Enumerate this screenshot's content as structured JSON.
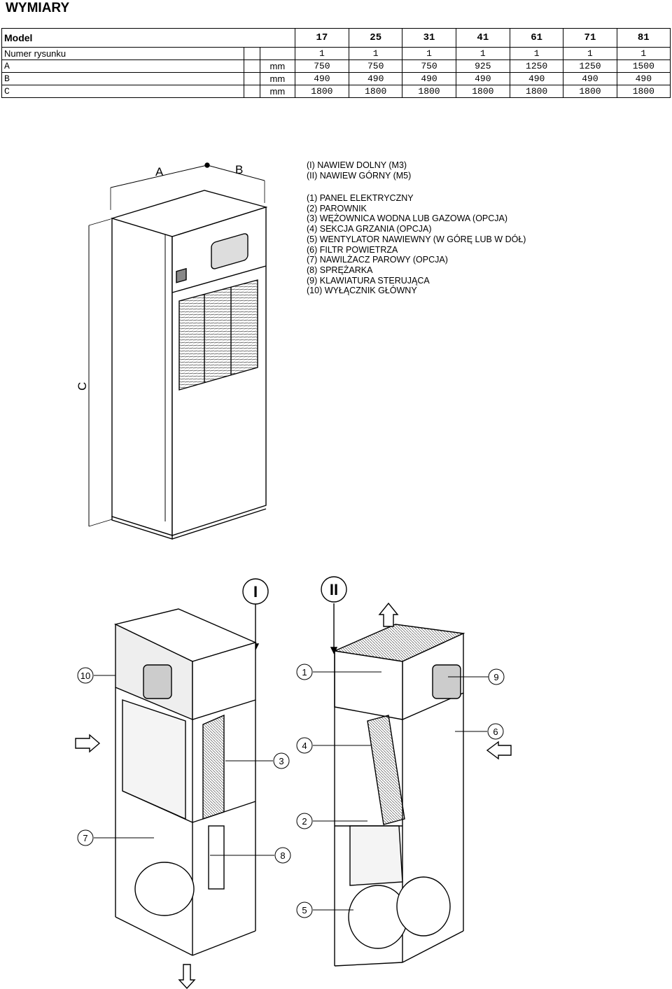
{
  "title": "WYMIARY",
  "table": {
    "header_label": "Model",
    "models": [
      "17",
      "25",
      "31",
      "41",
      "61",
      "71",
      "81"
    ],
    "rows": [
      {
        "label": "Numer rysunku",
        "unit": "",
        "values": [
          "1",
          "1",
          "1",
          "1",
          "1",
          "1",
          "1"
        ]
      },
      {
        "label": "A",
        "unit": "mm",
        "values": [
          "750",
          "750",
          "750",
          "925",
          "1250",
          "1250",
          "1500"
        ]
      },
      {
        "label": "B",
        "unit": "mm",
        "values": [
          "490",
          "490",
          "490",
          "490",
          "490",
          "490",
          "490"
        ]
      },
      {
        "label": "C",
        "unit": "mm",
        "values": [
          "1800",
          "1800",
          "1800",
          "1800",
          "1800",
          "1800",
          "1800"
        ]
      }
    ]
  },
  "dimension_labels": {
    "a": "A",
    "b": "B",
    "c": "C"
  },
  "airflow_legend": [
    "(I) NAWIEW DOLNY (M3)",
    "(II) NAWIEW GÓRNY (M5)"
  ],
  "components_legend": [
    "(1) PANEL ELEKTRYCZNY",
    "(2) PAROWNIK",
    "(3) WĘŻOWNICA WODNA LUB GAZOWA (OPCJA)",
    "(4) SEKCJA GRZANIA (OPCJA)",
    "(5) WENTYLATOR NAWIEWNY (W GÓRĘ LUB W DÓŁ)",
    "(6) FILTR POWIETRZA",
    "(7) NAWILŻACZ PAROWY (OPCJA)",
    "(8) SPRĘŻARKA",
    "(9) KLAWIATURA STERUJĄCA",
    "(10) WYŁĄCZNIK GŁÓWNY"
  ],
  "variant_labels": {
    "left": "I",
    "right": "II"
  },
  "callouts": [
    "1",
    "2",
    "3",
    "4",
    "5",
    "6",
    "7",
    "8",
    "9",
    "10"
  ]
}
